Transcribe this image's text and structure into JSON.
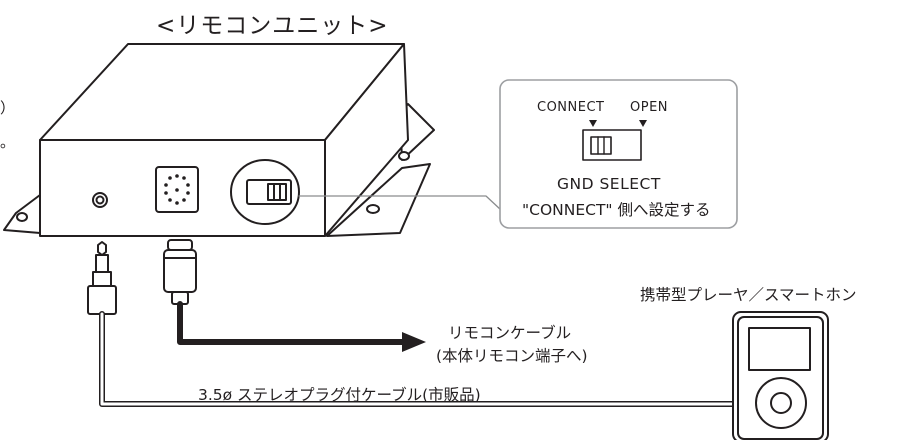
{
  "title": "<リモコンユニット>",
  "switch_callout": {
    "connect_label": "CONNECT",
    "open_label": "OPEN",
    "gnd_title": "GND SELECT",
    "instruction": "\"CONNECT\" 側へ設定する"
  },
  "player_label": "携帯型プレーヤ／スマートホン",
  "remote_cable": {
    "line1": "リモコンケーブル",
    "line2": "(本体リモコン端子へ)"
  },
  "stereo_cable_label": "3.5ø ステレオプラグ付ケーブル(市販品)",
  "clipped_marks": [
    "）",
    "。"
  ],
  "colors": {
    "ink": "#231f20",
    "background": "#ffffff",
    "callout_border": "#9d9fa2",
    "leader_line": "#8a8c8e"
  }
}
